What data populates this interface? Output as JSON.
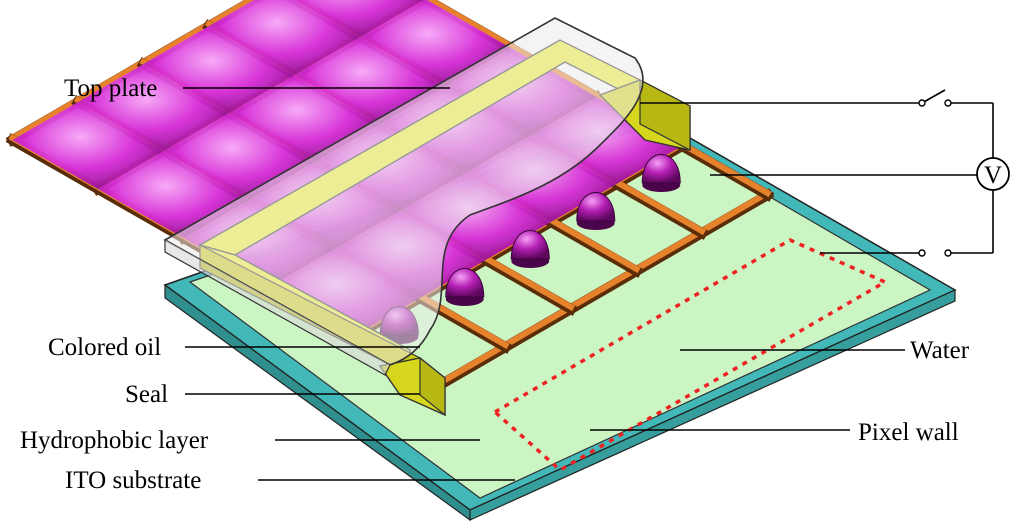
{
  "labels": {
    "top_plate": "Top plate",
    "colored_oil": "Colored oil",
    "seal": "Seal",
    "hydrophobic_layer": "Hydrophobic layer",
    "ito_substrate": "ITO substrate",
    "water": "Water",
    "pixel_wall": "Pixel wall",
    "voltmeter": "V"
  },
  "colors": {
    "ito_substrate": "#43b8b8",
    "hydrophobic_layer": "#ccf5c4",
    "pixel_wall": "#e6822c",
    "colored_oil": "#cc22cc",
    "seal": "#f0f030",
    "top_plate": "#e8e8e8",
    "dashed_boundary": "#ee2222"
  }
}
